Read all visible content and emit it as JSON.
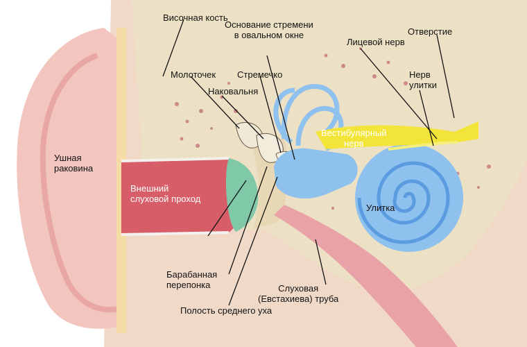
{
  "labels": {
    "temporal_bone": "Височная кость",
    "stapes_base": "Основание стремени\nв овальном окне",
    "facial_nerve": "Лицевой нерв",
    "opening": "Отверстие",
    "malleus": "Молоточек",
    "stapes": "Стремечко",
    "incus": "Наковальня",
    "cochlear_nerve": "Нерв\nулитки",
    "vestibular_nerve": "Вестибулярный\nнерв",
    "auricle": "Ушная\nраковина",
    "ear_canal": "Внешний\nслуховой проход",
    "cochlea": "Улитка",
    "eardrum": "Барабанная\nперепонка",
    "eustachian_tube": "Слуховая\n(Евстахиева) труба",
    "middle_ear_cavity": "Полость среднего уха"
  },
  "colors": {
    "skin": "#f2c6bf",
    "bone": "#ece1c4",
    "canal": "#d75e68",
    "eardrum": "#7fc8a8",
    "cochlea": "#8fc1ee",
    "nerve": "#f3e43a"
  }
}
